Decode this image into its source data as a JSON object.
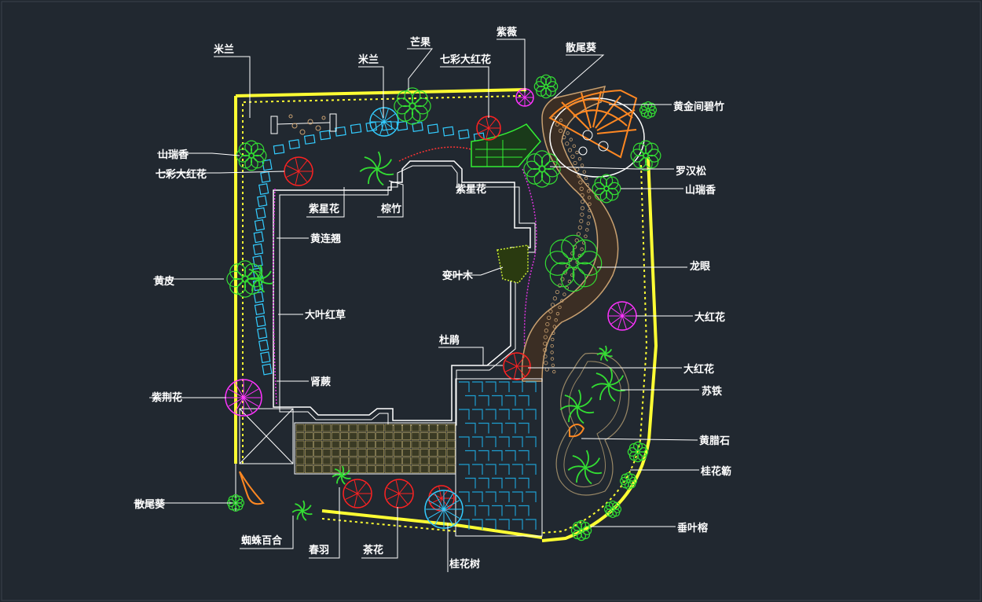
{
  "colors": {
    "background": "#212830",
    "boundary": "#ffff33",
    "building": "#ffffff",
    "leader": "#ffffff",
    "tree_green": "#33dd33",
    "tree_red": "#ff2222",
    "tree_magenta": "#ff33ff",
    "tree_cyan": "#33ccff",
    "pool_tile": "#1e9ed0",
    "paving": "#c8a070",
    "pavilion": "#ff8822"
  },
  "labels": {
    "milan_left": "米兰",
    "milan_top": "米兰",
    "mango": "芒果",
    "crape_myrtle": "紫薇",
    "ixora_top": "七彩大红花",
    "fan_palm_top": "散尾葵",
    "golden_bamboo": "黄金间碧竹",
    "murraya_left": "山瑞香",
    "ixora_left": "七彩大红花",
    "podocarpus": "罗汉松",
    "murraya_right": "山瑞香",
    "tradescantia_left": "紫星花",
    "rhapis": "棕竹",
    "tradescantia_right": "紫星花",
    "duranta": "黄连翘",
    "longan": "龙眼",
    "wampee": "黄皮",
    "croton": "变叶木",
    "hibiscus_right": "大红花",
    "alternanthera": "大叶红草",
    "azalea": "杜鹃",
    "hibiscus_lower": "大红花",
    "fern": "肾蕨",
    "cycad": "苏铁",
    "bauhinia": "紫荆花",
    "yellow_rock": "黄腊石",
    "osmanthus_hedge": "桂花簕",
    "fan_palm_bottom": "散尾葵",
    "weeping_fig": "垂叶榕",
    "spider_lily": "蜘蛛百合",
    "philodendron": "春羽",
    "camellia": "茶花",
    "osmanthus_tree": "桂花树"
  }
}
